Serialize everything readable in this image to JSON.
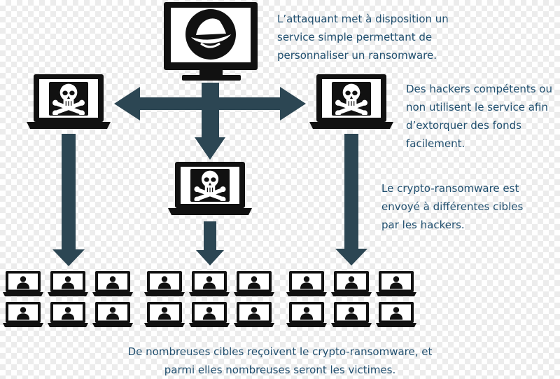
{
  "captions": {
    "service": [
      "L’attaquant met à disposition un",
      "service simple permettant de",
      "personnaliser un ransomware."
    ],
    "hackers": [
      "Des hackers compétents ou",
      "non utilisent le service afin",
      "d’extorquer des fonds",
      "facilement."
    ],
    "sent": [
      "Le crypto-ransomware est",
      "envoyé à différentes cibles",
      "par les hackers."
    ],
    "targets": [
      "De nombreuses cibles reçoivent le crypto-ransomware, et",
      "parmi elles nombreuses seront les victimes."
    ]
  },
  "icons": {
    "attacker": "redhat-logo-monitor-icon",
    "hacker": "skull-crossbones-laptop-icon",
    "victim": "person-laptop-icon",
    "arrow": "arrow-icon"
  },
  "colors": {
    "arrow": "#2c4653",
    "device": "#111111",
    "text": "#1f4e6e"
  },
  "structure": {
    "hackers": 3,
    "victim_groups": 3,
    "victims_per_group": 6
  }
}
